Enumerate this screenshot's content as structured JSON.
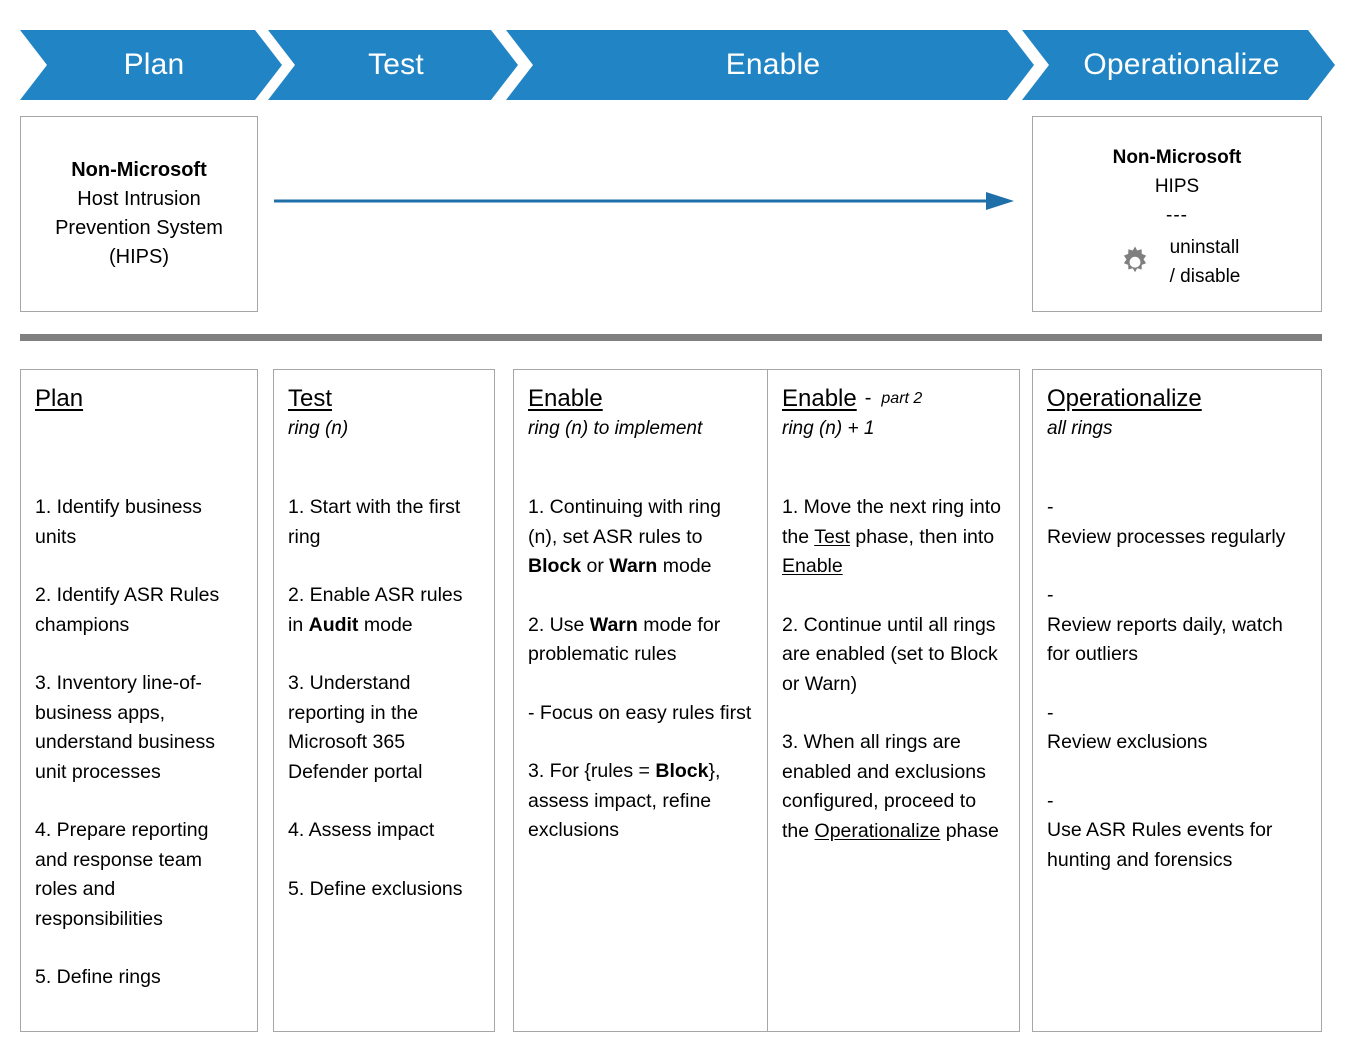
{
  "colors": {
    "chevron_blue": "#2185C5",
    "arrow_blue": "#1F6FA8",
    "divider_gray": "#808080",
    "box_border": "#A6A6A6",
    "gear_gray": "#7F7F7F"
  },
  "banner": {
    "phases": [
      {
        "label": "Plan"
      },
      {
        "label": "Test"
      },
      {
        "label": "Enable"
      },
      {
        "label": "Operationalize"
      }
    ]
  },
  "top_row": {
    "left_box": {
      "line1": "Non-Microsoft",
      "line2": "Host Intrusion",
      "line3": "Prevention System",
      "line4": "(HIPS)"
    },
    "arrow": {
      "icon": "right-arrow-icon"
    },
    "right_box": {
      "line1": "Non-Microsoft",
      "line2": "HIPS",
      "divider": "---",
      "icon": "gear-icon",
      "action_line1": "uninstall",
      "action_line2": "/ disable"
    }
  },
  "columns": [
    {
      "id": "plan",
      "title": "Plan",
      "subtitle": "",
      "suffix": "",
      "dash": "",
      "items": [
        "1. Identify business units",
        "2. Identify ASR Rules champions",
        "3. Inventory line-of-business apps, understand business unit processes",
        "4.  Prepare reporting and response team roles and responsibilities",
        "5. Define rings"
      ]
    },
    {
      "id": "test",
      "title": "Test",
      "subtitle": "ring (n)",
      "suffix": "",
      "dash": "",
      "items": [
        "1. Start with the first ring",
        "2. Enable ASR rules in Audit mode",
        "3. Understand reporting in the Microsoft 365 Defender portal",
        "4. Assess impact",
        "5. Define exclusions"
      ]
    },
    {
      "id": "enable",
      "title": "Enable",
      "subtitle": "ring (n) to implement",
      "suffix": "",
      "dash": "",
      "items": [
        "1. Continuing with ring (n), set ASR rules to Block or Warn mode",
        "2. Use Warn mode for problematic rules",
        "- Focus on easy rules first",
        "3. For {rules = Block}, assess impact, refine exclusions"
      ]
    },
    {
      "id": "enable2",
      "title": "Enable",
      "subtitle": "ring (n) + 1",
      "suffix": "part 2",
      "dash": "-",
      "items": [
        "1. Move the next ring into the Test phase, then into Enable",
        "2. Continue until all rings are enabled (set to Block or Warn)",
        "3. When all rings are enabled and exclusions configured, proceed to the Operationalize phase"
      ]
    },
    {
      "id": "operationalize",
      "title": "Operationalize",
      "subtitle": "all rings",
      "suffix": "",
      "dash": "",
      "bullet_marker": "-",
      "items": [
        "Review processes regularly",
        "Review reports daily, watch for outliers",
        "Review exclusions",
        "Use ASR Rules events for hunting and forensics"
      ]
    }
  ]
}
